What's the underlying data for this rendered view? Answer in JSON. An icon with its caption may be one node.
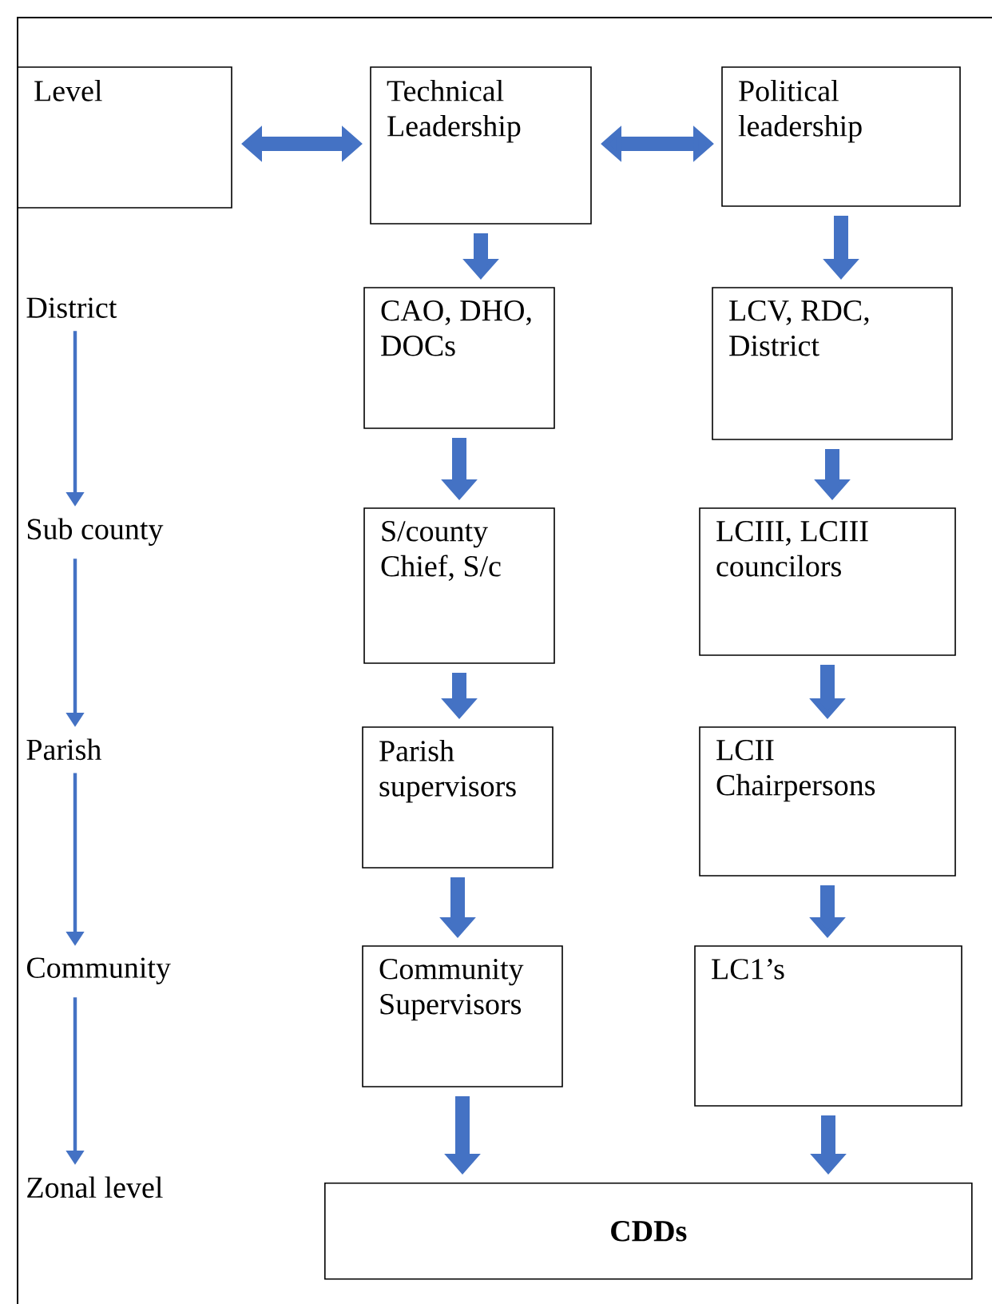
{
  "diagram": {
    "nodes": [
      {
        "text": [
          "Level"
        ]
      },
      {
        "text": [
          "Technical Leadership"
        ]
      },
      {
        "text": [
          "Political leadership"
        ]
      },
      {
        "text": [
          "District"
        ]
      },
      {
        "text": [
          "CAO, DHO, DOCs"
        ]
      },
      {
        "text": [
          "LCV, RDC, District"
        ]
      },
      {
        "text": [
          "Sub county"
        ]
      },
      {
        "text": [
          "S/county Chief, S/c"
        ]
      },
      {
        "text": [
          "LCIII, LCIII councilors"
        ]
      },
      {
        "text": [
          "Parish"
        ]
      },
      {
        "text": [
          "Parish supervisors"
        ]
      },
      {
        "text": [
          "LCII Chairpersons"
        ]
      },
      {
        "text": [
          "Community"
        ]
      },
      {
        "text": [
          "Community Supervisors"
        ]
      },
      {
        "text": [
          "LC1’s"
        ]
      },
      {
        "text": [
          "Zonal level"
        ]
      },
      {
        "text": [
          "CDDs"
        ]
      }
    ],
    "edges": [
      {
        "from": 0,
        "to": 1,
        "arrow": "both"
      },
      {
        "from": 1,
        "to": 2,
        "arrow": "both"
      },
      {
        "from": 1,
        "to": 4,
        "arrow": "to"
      },
      {
        "from": 2,
        "to": 5,
        "arrow": "to"
      },
      {
        "from": 3,
        "to": 6,
        "arrow": "to"
      },
      {
        "from": 4,
        "to": 7,
        "arrow": "to"
      },
      {
        "from": 5,
        "to": 8,
        "arrow": "to"
      },
      {
        "from": 6,
        "to": 9,
        "arrow": "to"
      },
      {
        "from": 7,
        "to": 10,
        "arrow": "to"
      },
      {
        "from": 8,
        "to": 11,
        "arrow": "to"
      },
      {
        "from": 9,
        "to": 12,
        "arrow": "to"
      },
      {
        "from": 10,
        "to": 13,
        "arrow": "to"
      },
      {
        "from": 11,
        "to": 14,
        "arrow": "to"
      },
      {
        "from": 12,
        "to": 15,
        "arrow": "to"
      },
      {
        "from": 13,
        "to": 16,
        "arrow": "to"
      },
      {
        "from": 14,
        "to": 16,
        "arrow": "to"
      }
    ]
  }
}
